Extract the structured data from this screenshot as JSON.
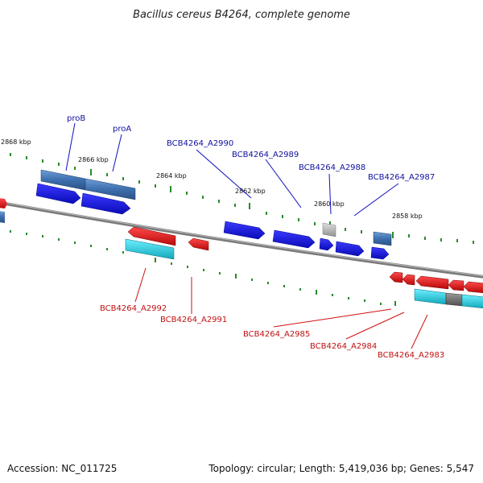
{
  "title": "Bacillus cereus B4264, complete genome",
  "footer": {
    "accession": "Accession: NC_011725",
    "topology": "Topology: circular; Length: 5,419,036 bp; Genes: 5,547"
  },
  "ticks": [
    "2868 kbp",
    "2866 kbp",
    "2864 kbp",
    "2862 kbp",
    "2860 kbp",
    "2858 kbp"
  ],
  "labels_forward": [
    "proB",
    "proA",
    "BCB4264_A2990",
    "BCB4264_A2989",
    "BCB4264_A2988",
    "BCB4264_A2987"
  ],
  "labels_reverse": [
    "BCB4264_A2992",
    "BCB4264_A2991",
    "BCB4264_A2985",
    "BCB4264_A2984",
    "BCB4264_A2983"
  ],
  "colors": {
    "backbone": "#808080",
    "forward_cds": "#1515d8",
    "reverse_cds": "#dd1010",
    "forward_gene": "#4a7cb8",
    "reverse_gene": "#18c4d8",
    "tick_marks": "#2a8a2a",
    "label_blue": "#1010a0",
    "label_red": "#c01010"
  }
}
